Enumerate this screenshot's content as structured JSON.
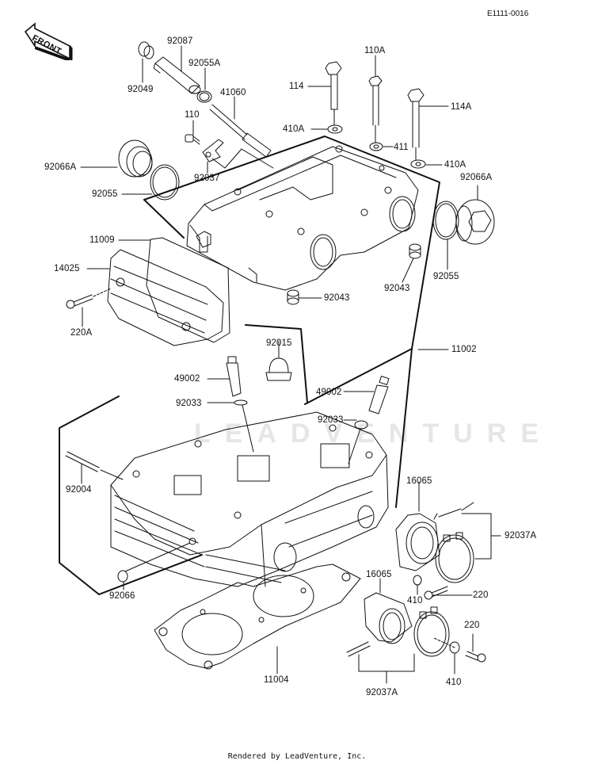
{
  "diagram": {
    "diagram_code": "E1111-0016",
    "front_indicator": "FRONT",
    "watermark": "LEADVENTURE",
    "footer": "Rendered by LeadVenture, Inc.",
    "part_labels": [
      {
        "id": "p92087",
        "text": "92087"
      },
      {
        "id": "p92055A",
        "text": "92055A"
      },
      {
        "id": "p92049",
        "text": "92049"
      },
      {
        "id": "p41060",
        "text": "41060"
      },
      {
        "id": "p110",
        "text": "110"
      },
      {
        "id": "p92037",
        "text": "92037"
      },
      {
        "id": "p92066A_l",
        "text": "92066A"
      },
      {
        "id": "p92055_l",
        "text": "92055"
      },
      {
        "id": "p110A",
        "text": "110A"
      },
      {
        "id": "p114",
        "text": "114"
      },
      {
        "id": "p114A",
        "text": "114A"
      },
      {
        "id": "p410A_l",
        "text": "410A"
      },
      {
        "id": "p411",
        "text": "411"
      },
      {
        "id": "p410A_r",
        "text": "410A"
      },
      {
        "id": "p92066A_r",
        "text": "92066A"
      },
      {
        "id": "p11009",
        "text": "11009"
      },
      {
        "id": "p14025",
        "text": "14025"
      },
      {
        "id": "p220A",
        "text": "220A"
      },
      {
        "id": "p92043_c",
        "text": "92043"
      },
      {
        "id": "p92043_r",
        "text": "92043"
      },
      {
        "id": "p92055_r",
        "text": "92055"
      },
      {
        "id": "p92015",
        "text": "92015"
      },
      {
        "id": "p11002",
        "text": "11002"
      },
      {
        "id": "p49002_l",
        "text": "49002"
      },
      {
        "id": "p92033_l",
        "text": "92033"
      },
      {
        "id": "p49002_r",
        "text": "49002"
      },
      {
        "id": "p92033_r",
        "text": "92033"
      },
      {
        "id": "p92004",
        "text": "92004"
      },
      {
        "id": "p16065_t",
        "text": "16065"
      },
      {
        "id": "p92037A_r",
        "text": "92037A"
      },
      {
        "id": "p16065_b",
        "text": "16065"
      },
      {
        "id": "p410_t",
        "text": "410"
      },
      {
        "id": "p220_t",
        "text": "220"
      },
      {
        "id": "p92066",
        "text": "92066"
      },
      {
        "id": "p220_b",
        "text": "220"
      },
      {
        "id": "p11004",
        "text": "11004"
      },
      {
        "id": "p410_b",
        "text": "410"
      },
      {
        "id": "p92037A_b",
        "text": "92037A"
      }
    ]
  }
}
